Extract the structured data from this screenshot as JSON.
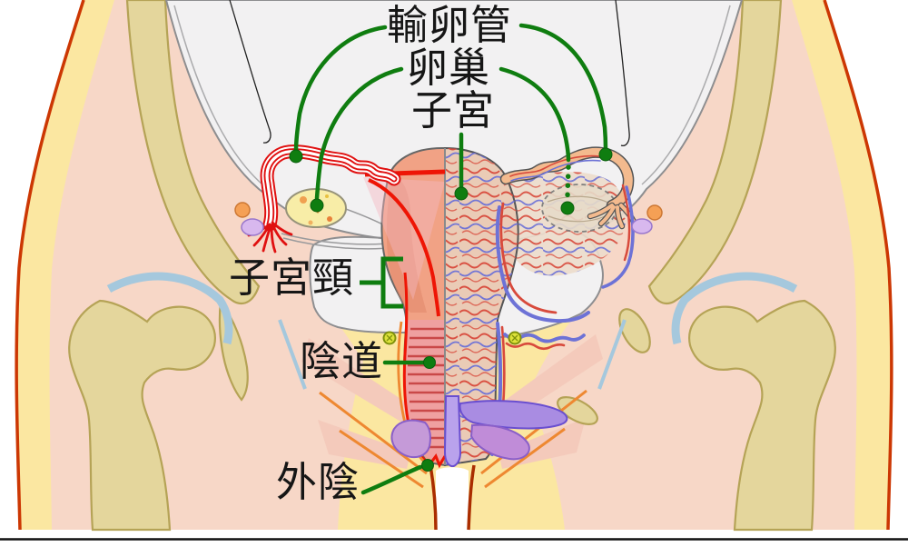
{
  "diagram": {
    "type": "female-reproductive-system-frontal-anatomy",
    "language": "zh-Hant",
    "labels": [
      {
        "id": "fallopian-tube",
        "text": "輸卵管"
      },
      {
        "id": "ovary",
        "text": "卵巢"
      },
      {
        "id": "uterus",
        "text": "子宮"
      },
      {
        "id": "cervix",
        "text": "子宮頸"
      },
      {
        "id": "vagina",
        "text": "陰道"
      },
      {
        "id": "vulva",
        "text": "外陰"
      }
    ],
    "colors": {
      "label_text": "#161616",
      "leader_line_green": "#0f7d10",
      "body_outline_red": "#cc3703",
      "subcutaneous_fat_yellow": "#fbe7a1",
      "muscle_pink": "#f7d7c7",
      "bone_khaki": "#e4d69c",
      "cartilage_blue": "#a5c8dd",
      "pelvic_cavity_gray": "#f2f1f2",
      "uterus_wall_salmon": "#f1a285",
      "endometrium_red": "#ee1505",
      "artery_red": "#d84a3c",
      "vein_blue": "#6d72d6",
      "erectile_tissue_purple": "#a98ce2",
      "ovary_yellow": "#f8eda7"
    }
  }
}
